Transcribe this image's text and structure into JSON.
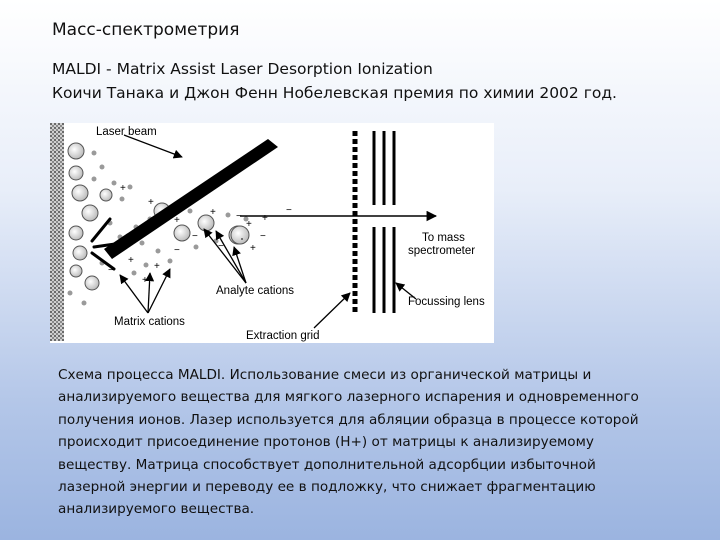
{
  "slide": {
    "title": "Масс-спектрометрия",
    "subtitle_lines": [
      "MALDI - Matrix Assist Laser Desorption Ionization",
      "Коичи Танака и Джон Фенн Нобелевская премия по химии 2002 год."
    ]
  },
  "diagram": {
    "labels": {
      "laser_beam": "Laser beam",
      "to_mass": "To mass",
      "spectrometer": "spectrometer",
      "analyte_cations": "Analyte cations",
      "focussing_lens": "Focussing lens",
      "matrix_cations": "Matrix cations",
      "extraction_grid": "Extraction grid"
    }
  },
  "caption_lines": [
    "Схема процесса MALDI. Использование смеси из органической матрицы и",
    "анализируемого вещества  для мягкого лазерного испарения и одновременного",
    "получения ионов.  Лазер используется для абляции образца в процессе которой",
    "происходит присоединение протонов (Н+) от матрицы к анализируемому",
    "веществу. Матрица способствует дополнительной адсорбции избыточной",
    "лазерной энергии и переводу  ее в подложку, что снижает фрагментацию",
    "анализируемого вещества."
  ]
}
